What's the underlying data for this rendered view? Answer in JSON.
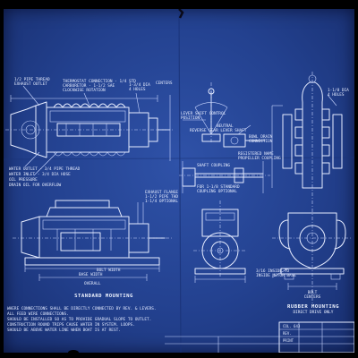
{
  "views": {
    "standard": "STANDARD MOUNTING",
    "rubber": "RUBBER MOUNTING",
    "rubber_sub": "DIRECT DRIVE ONLY"
  },
  "callouts": {
    "side_top_1": "1/2 PIPE THREAD",
    "side_top_2": "EXHAUST OUTLET",
    "side_mid_1": "THERMOSTAT CONNECTION - 1/4 STD",
    "side_mid_2": "CARBURETOR - 1-1/2 SAE",
    "side_mid_3": "CLOCKWISE ROTATION",
    "side_dim_1": "1-3/4 DIA",
    "side_dim_2": "4 HOLES",
    "side_center": "CENTERS",
    "lever_1": "LEVER SHIFT CONTROL",
    "lever_2": "POSITION",
    "lever_3": "NEUTRAL",
    "reverse": "REVERSE GEAR LEVER SHAFT",
    "bowl_1": "BOWL DRAIN",
    "bowl_2": "CONNECTION",
    "bowl_3": "REGISTERED NAME",
    "bowl_4": "PROPELLER COUPLING",
    "left_1": "WATER OUTLET - 3/4 PIPE THREAD",
    "left_2": "WATER INLET - 3/4 DIA HOSE",
    "left_3": "OIL PRESSURE",
    "left_4": "DRAIN OIL FOR OVERFLOW",
    "shaft_1": "SHAFT COUPLING",
    "shaft_2": "FOR 1-1/8 STANDARD",
    "shaft_3": "COUPLING OPTIONAL",
    "exhaust_1": "EXHAUST FLANGE",
    "exhaust_2": "1-1/2 PIPE THD",
    "exhaust_3": "1-1/4 OPTIONAL",
    "right_1": "1-1/8 DIA",
    "right_2": "4 HOLES",
    "inside_1": "3/16 INSIDE TO",
    "inside_2": "INSIDE MOTOR BASE",
    "bolt_1": "BOLT",
    "bolt_2": "CENTERS",
    "dim_bolt": "BOLT WIDTH",
    "dim_base": "BASE WIDTH",
    "dim_over": "OVERALL"
  },
  "notes": [
    "WHERE CONNECTIONS SHALL BE DIRECTLY CONNECTED BY REV. & LEVERS.",
    "ALL FEED WIRE CONNECTIONS.",
    "SHOULD BE INSTALLED SO AS TO PROVIDE GRADUAL SLOPE TO OUTLET.",
    "CONSTRUCTION ROUND TRIPS CAUSE WATER IN SYSTEM. LOOPS.",
    "SHOULD BE ABOVE WATER LINE WHEN BOAT IS AT REST."
  ],
  "title_block": {
    "row1": "COL. 643",
    "row2": "REV.",
    "row3": "PRINT"
  }
}
